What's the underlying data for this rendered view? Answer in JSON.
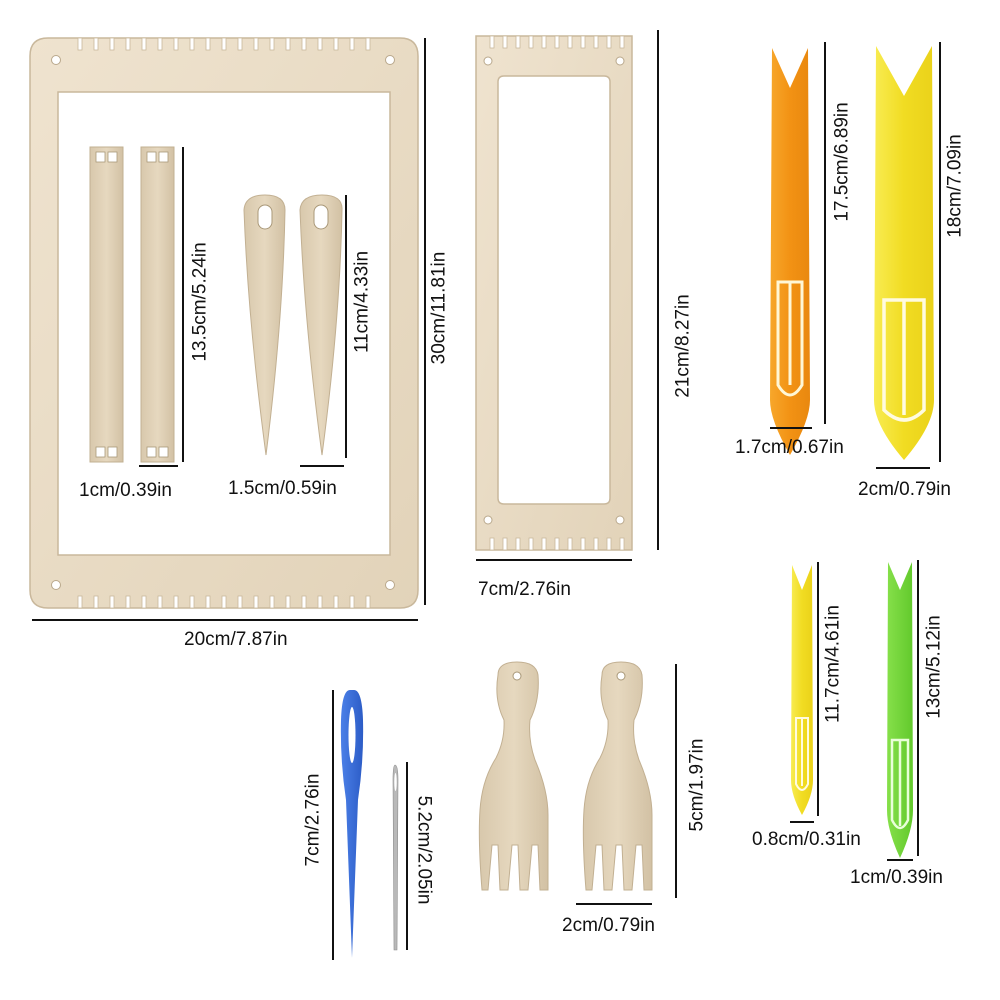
{
  "labels": {
    "big_frame_width": "20cm/7.87in",
    "big_frame_height": "30cm/11.81in",
    "shed_stick_length": "13.5cm/5.24in",
    "shed_stick_width": "1cm/0.39in",
    "wood_needle_length": "11cm/4.33in",
    "wood_needle_width": "1.5cm/0.59in",
    "narrow_frame_height": "21cm/8.27in",
    "narrow_frame_width": "7cm/2.76in",
    "orange_shuttle_length": "17.5cm/6.89in",
    "orange_shuttle_width": "1.7cm/0.67in",
    "yellow_shuttle_length": "18cm/7.09in",
    "yellow_shuttle_width": "2cm/0.79in",
    "small_yellow_shuttle_length": "11.7cm/4.61in",
    "small_yellow_shuttle_width": "0.8cm/0.31in",
    "green_shuttle_length": "13cm/5.12in",
    "green_shuttle_width": "1cm/0.39in",
    "blue_needle_length": "7cm/2.76in",
    "metal_needle_length": "5.2cm/2.05in",
    "comb_length": "5cm/1.97in",
    "comb_width": "2cm/0.79in"
  },
  "colors": {
    "wood": "#e9dcc6",
    "wood_edge": "#c9b89c",
    "orange_shuttle": "#f39a1e",
    "yellow_shuttle": "#f4e43a",
    "green_shuttle": "#79d83e",
    "blue_needle": "#3b6fd8",
    "metal_needle": "#b8b8b8",
    "line": "#111111"
  }
}
